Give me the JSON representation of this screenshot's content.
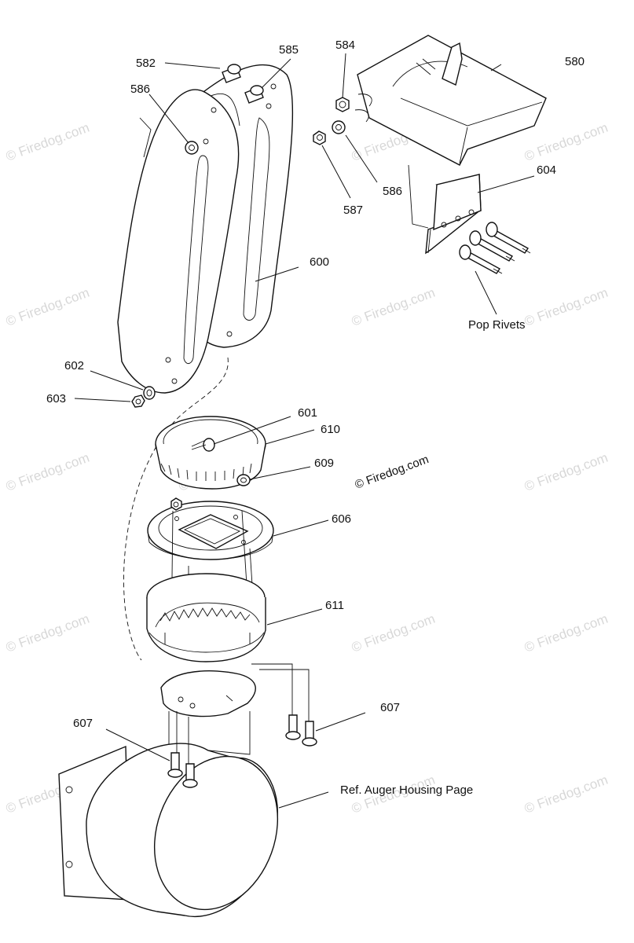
{
  "diagram": {
    "part_labels": {
      "p580": "580",
      "p582": "582",
      "p584": "584",
      "p585": "585",
      "p586a": "586",
      "p586b": "586",
      "p587": "587",
      "p600": "600",
      "p601": "601",
      "p602": "602",
      "p603": "603",
      "p604": "604",
      "p606": "606",
      "p607a": "607",
      "p607b": "607",
      "p609": "609",
      "p610": "610",
      "p611": "611"
    },
    "callouts": {
      "pop_rivets": "Pop Rivets",
      "ref_auger": "Ref. Auger Housing Page"
    },
    "watermark": {
      "main": "© Firedog.com",
      "faint": "© Firedog.com"
    }
  }
}
